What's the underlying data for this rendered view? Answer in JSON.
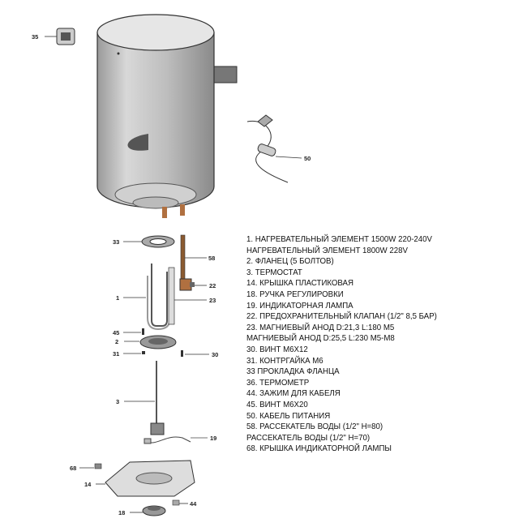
{
  "callouts": {
    "c35": "35",
    "c50": "50",
    "c33": "33",
    "c58": "58",
    "c22": "22",
    "c1": "1",
    "c23": "23",
    "c45": "45",
    "c2": "2",
    "c31": "31",
    "c30": "30",
    "c3": "3",
    "c19": "19",
    "c68": "68",
    "c14": "14",
    "c18": "18",
    "c44": "44"
  },
  "legend": [
    "1. НАГРЕВАТЕЛЬНЫЙ ЭЛЕМЕНТ 1500W 220-240V",
    "НАГРЕВАТЕЛЬНЫЙ ЭЛЕМЕНТ 1800W 228V",
    "2. ФЛАНЕЦ  (5 БОЛТОВ)",
    "3. ТЕРМОСТАТ",
    "14. КРЫШКА ПЛАСТИКОВАЯ",
    "18. РУЧКА РЕГУЛИРОВКИ",
    "19. ИНДИКАТОРНАЯ ЛАМПА",
    "22. ПРЕДОХРАНИТЕЛЬНЫЙ КЛАПАН (1/2\" 8,5 БАР)",
    "23. МАГНИЕВЫЙ АНОД D:21,3 L:180 M5",
    "МАГНИЕВЫЙ АНОД D:25,5 L:230 M5-M8",
    "30. ВИНТ M6X12",
    "31. КОНТРГАЙКА M6",
    "33 ПРОКЛАДКА ФЛАНЦА",
    "36. ТЕРМОМЕТР",
    "44. ЗАЖИМ ДЛЯ КАБЕЛЯ",
    "45. ВИНТ M6X20",
    "50. КАБЕЛЬ ПИТАНИЯ",
    "58. РАССЕКАТЕЛЬ ВОДЫ (1/2\" H=80)",
    "РАССЕКАТЕЛЬ ВОДЫ (1/2\" H=70)",
    "68. КРЫШКА ИНДИКАТОРНОЙ ЛАМПЫ"
  ]
}
